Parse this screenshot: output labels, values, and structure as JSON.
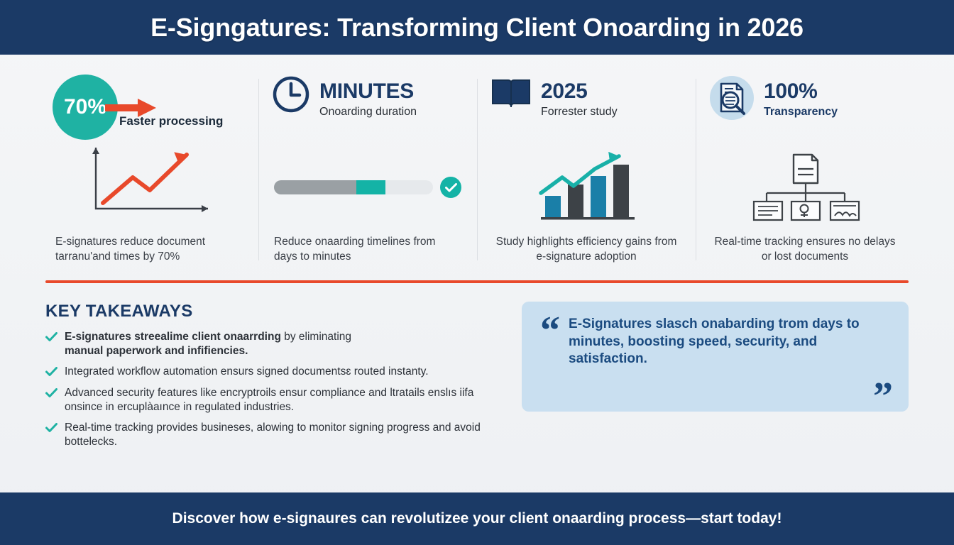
{
  "header": {
    "title": "E-Signgatures: Transforming Client Onoarding in 2026",
    "bg_color": "#1b3a66"
  },
  "stats": [
    {
      "badge_type": "percent-circle",
      "badge_value": "70%",
      "badge_color": "#1fb2a3",
      "headline": "Faster processing",
      "visual": "line-chart-upward",
      "caption": "E-signatures reduce document tarranu'and times by 70%"
    },
    {
      "badge_type": "clock-icon",
      "value": "MINUTES",
      "label": "Onoarding duration",
      "visual": "progress-bar",
      "progress_grey_pct": 52,
      "progress_teal_pct": 18,
      "caption": "Reduce onaarding timelines from days to minutes"
    },
    {
      "badge_type": "book-icon",
      "value": "2025",
      "label": "Forrester study",
      "visual": "bar-chart-growth",
      "caption": "Study highlights efficiency gains from e-signature adoption"
    },
    {
      "badge_type": "document-search-icon",
      "value": "100%",
      "label": "Transparency",
      "visual": "document-tree",
      "caption": "Real-time tracking ensures no delays or lost documents"
    }
  ],
  "divider_color": "#e8492b",
  "takeaways": {
    "title": "KEY TAKEAWAYS",
    "bullets": [
      {
        "bold_part": "E-signatures streealime client onaarrding",
        "normal_part": " by eliminating",
        "bold_part2": "manual paperwork and infifiencies."
      },
      {
        "text": "Integrated workflow automation ensurs signed documentsɛ routed instanty."
      },
      {
        "text": "Advanced security features like encryptroils ensur compliance and ltratails enslıs iifa onsince in ercuplàaınce in regulated industries."
      },
      {
        "text": "Real-time tracking provides busineses, alowing to monitor signing progress and avoid bottelecks."
      }
    ]
  },
  "quote": {
    "open_mark": "“",
    "close_mark": "”",
    "text": "E-Signatures slasch onabarding trom days to minutes, boosting speed, security, and satisfaction.",
    "bg_color": "#c9dff0",
    "text_color": "#1b4b80"
  },
  "footer": {
    "text": "Discover how e-signaures can revolutizee your client onaarding process—start today!",
    "bg_color": "#1b3a66"
  }
}
